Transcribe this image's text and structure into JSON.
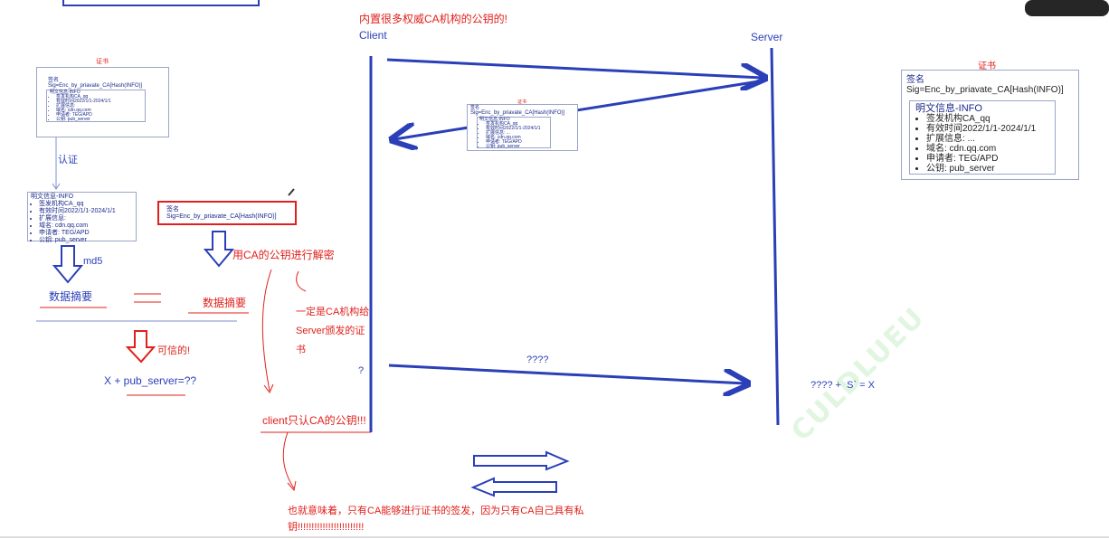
{
  "top_note": "内置很多权威CA机构的公钥的!",
  "client_label": "Client",
  "server_label": "Server",
  "certificate": {
    "title": "证书",
    "sig_label": "签名",
    "sig_formula": "Sig=Enc_by_priavate_CA[Hash(INFO)]",
    "info_title": "明文信息-INFO",
    "info_items": [
      "签发机构CA_qq",
      "有效时间2022/1/1-2024/1/1",
      "扩展信息: ...",
      "域名: cdn.qq.com",
      "申请者: TEG/APD",
      "公钥: pub_server"
    ]
  },
  "left_cert": {
    "title": "证书",
    "info_items": [
      "签发机构CA_qq",
      "有效时间2022/1/1-2024/1/1",
      "扩展信息:",
      "域名: cdn.qq.com",
      "申请者: TEG/APD",
      "公钥: pub_server"
    ]
  },
  "verify_label": "认证",
  "md5_label": "md5",
  "digest_left": "数据摘要",
  "digest_right": "数据摘要",
  "decrypt_note": "用CA的公钥进行解密",
  "trusted_note": "可信的!",
  "formula_left": "X + pub_server=??",
  "server_issued_note": "一定是CA机构给Server颁发的证书",
  "client_only_note": "client只认CA的公钥!!!",
  "question_mark": "?",
  "question_marks": "????",
  "server_formula": "???? +  S` = X",
  "bottom_note_line1": "也就意味着，只有CA能够进行证书的签发，因为只有CA自己具有私",
  "bottom_note_line2": "钥!!!!!!!!!!!!!!!!!!!!!!!!",
  "watermark": "CULDLUEU",
  "colors": {
    "red": "#e0201b",
    "blue": "#2a3fb8"
  }
}
